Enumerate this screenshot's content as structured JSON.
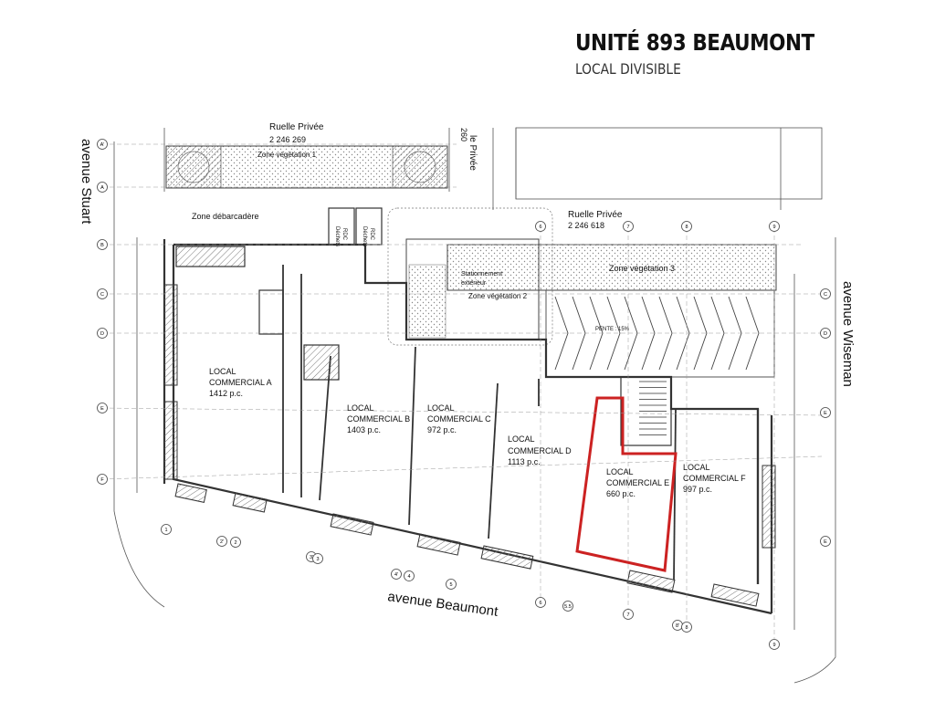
{
  "header": {
    "title": "UNITÉ 893 BEAUMONT",
    "subtitle": "LOCAL DIVISIBLE"
  },
  "colors": {
    "highlight": "#cc2222",
    "line": "#333333",
    "hatch": "#9a9a9a"
  },
  "streets": {
    "stuart": "avenue Stuart",
    "wiseman": "avenue Wiseman",
    "beaumont": "avenue Beaumont",
    "ruelle_1": "Ruelle Privée",
    "ruelle_1_lot": "2 246 269",
    "ruelle_2": "Ruelle Privée",
    "ruelle_2_lot": "2 246 618",
    "ruelle_3": "le Privée",
    "ruelle_3_lot": "260"
  },
  "zones": {
    "vegetation_1": "Zone végétation 1",
    "vegetation_2": "Zone végétation 2",
    "vegetation_3": "Zone végétation 3",
    "debarcadere": "Zone débarcadère",
    "stationnement_1": "Stationnement",
    "stationnement_2": "extérieur",
    "pente": "PENTE : 15%",
    "dechets_1": "Déchets",
    "dechets_2": "RDC"
  },
  "locals": [
    {
      "line1": "LOCAL",
      "line2": "COMMERCIAL A",
      "area": "1412 p.c."
    },
    {
      "line1": "LOCAL",
      "line2": "COMMERCIAL B",
      "area": "1403 p.c."
    },
    {
      "line1": "LOCAL",
      "line2": "COMMERCIAL C",
      "area": "972 p.c."
    },
    {
      "line1": "LOCAL",
      "line2": "COMMERCIAL D",
      "area": "1113 p.c."
    },
    {
      "line1": "LOCAL",
      "line2": "COMMERCIAL E",
      "area": "660 p.c."
    },
    {
      "line1": "LOCAL",
      "line2": "COMMERCIAL F",
      "area": "997 p.c."
    }
  ],
  "grid": {
    "rows_left": [
      "A'",
      "A",
      "B",
      "C",
      "D",
      "E",
      "F"
    ],
    "rows_right": [
      "C",
      "D",
      "E",
      "E"
    ],
    "cols_top": [
      "6",
      "7",
      "8",
      "9"
    ],
    "cols_bottom": [
      "1",
      "2'",
      "2",
      "3'",
      "3",
      "4'",
      "4",
      "5",
      "6",
      "5.5",
      "7",
      "8'",
      "8",
      "9"
    ]
  }
}
